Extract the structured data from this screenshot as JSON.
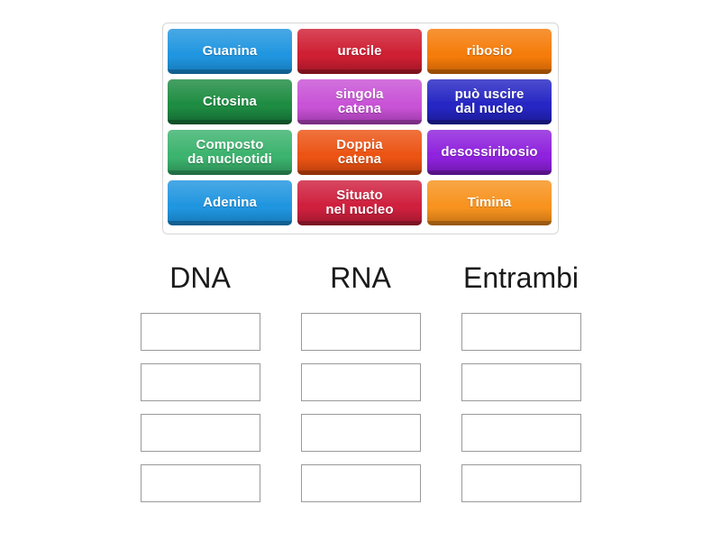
{
  "activity": {
    "type": "group-sort",
    "tray_label": "draggable-tiles"
  },
  "tiles": [
    {
      "label": "Guanina",
      "color": "#2196e0",
      "color_dark": "#1577b5"
    },
    {
      "label": "uracile",
      "color": "#cf1f33",
      "color_dark": "#9c1725"
    },
    {
      "label": "ribosio",
      "color": "#f57c0a",
      "color_dark": "#c05f05"
    },
    {
      "label": "Citosina",
      "color": "#1e8c42",
      "color_dark": "#136330"
    },
    {
      "label": "singola\ncatena",
      "color": "#c853d6",
      "color_dark": "#9a39a6"
    },
    {
      "label": "può uscire\ndal nucleo",
      "color": "#2626c4",
      "color_dark": "#1a1a92"
    },
    {
      "label": "Composto\nda nucleotidi",
      "color": "#3cb36e",
      "color_dark": "#2a8a53"
    },
    {
      "label": "Doppia\ncatena",
      "color": "#ec5414",
      "color_dark": "#b63d0c"
    },
    {
      "label": "desossiribosio",
      "color": "#8f22dd",
      "color_dark": "#6c17a9"
    },
    {
      "label": "Adenina",
      "color": "#2196e0",
      "color_dark": "#1577b5"
    },
    {
      "label": "Situato\nnel nucleo",
      "color": "#cf203e",
      "color_dark": "#9c182e"
    },
    {
      "label": "Timina",
      "color": "#f7931e",
      "color_dark": "#c27114"
    }
  ],
  "columns": [
    {
      "title": "DNA",
      "slots": [
        "",
        "",
        "",
        ""
      ]
    },
    {
      "title": "RNA",
      "slots": [
        "",
        "",
        "",
        ""
      ]
    },
    {
      "title": "Entrambi",
      "slots": [
        "",
        "",
        "",
        ""
      ]
    }
  ]
}
